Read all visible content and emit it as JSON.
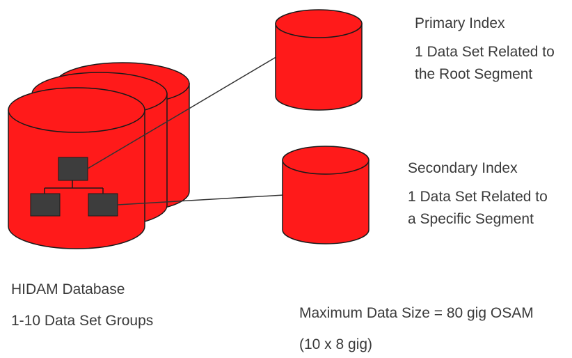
{
  "colors": {
    "cylinder_fill": "#ff1a1a",
    "cylinder_stroke": "#1a1a1a",
    "segment_box": "#3d3d3d",
    "text": "#3a3a3a"
  },
  "primary_index": {
    "title": "Primary Index",
    "line1": "1 Data Set Related to",
    "line2": "the Root Segment"
  },
  "secondary_index": {
    "title": "Secondary Index",
    "line1": "1 Data Set Related to",
    "line2": "a Specific Segment"
  },
  "database": {
    "title": "HIDAM Database",
    "groups": "1-10 Data Set Groups"
  },
  "size": {
    "line1": "Maximum Data Size = 80 gig OSAM",
    "line2": "(10 x 8 gig)"
  }
}
